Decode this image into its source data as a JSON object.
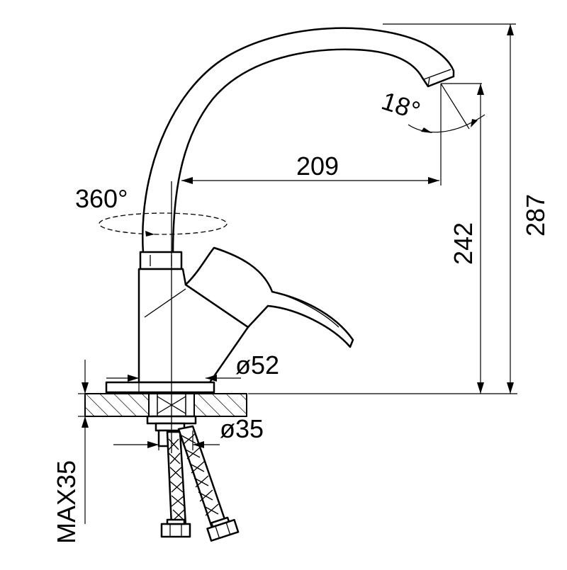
{
  "dimensions": {
    "reach": "209",
    "spout_height": "242",
    "total_height": "287",
    "base_diameter": "ø52",
    "shank_diameter": "ø35",
    "max_thickness": "MAX35",
    "swivel_angle": "360°",
    "outlet_angle": "18°"
  }
}
